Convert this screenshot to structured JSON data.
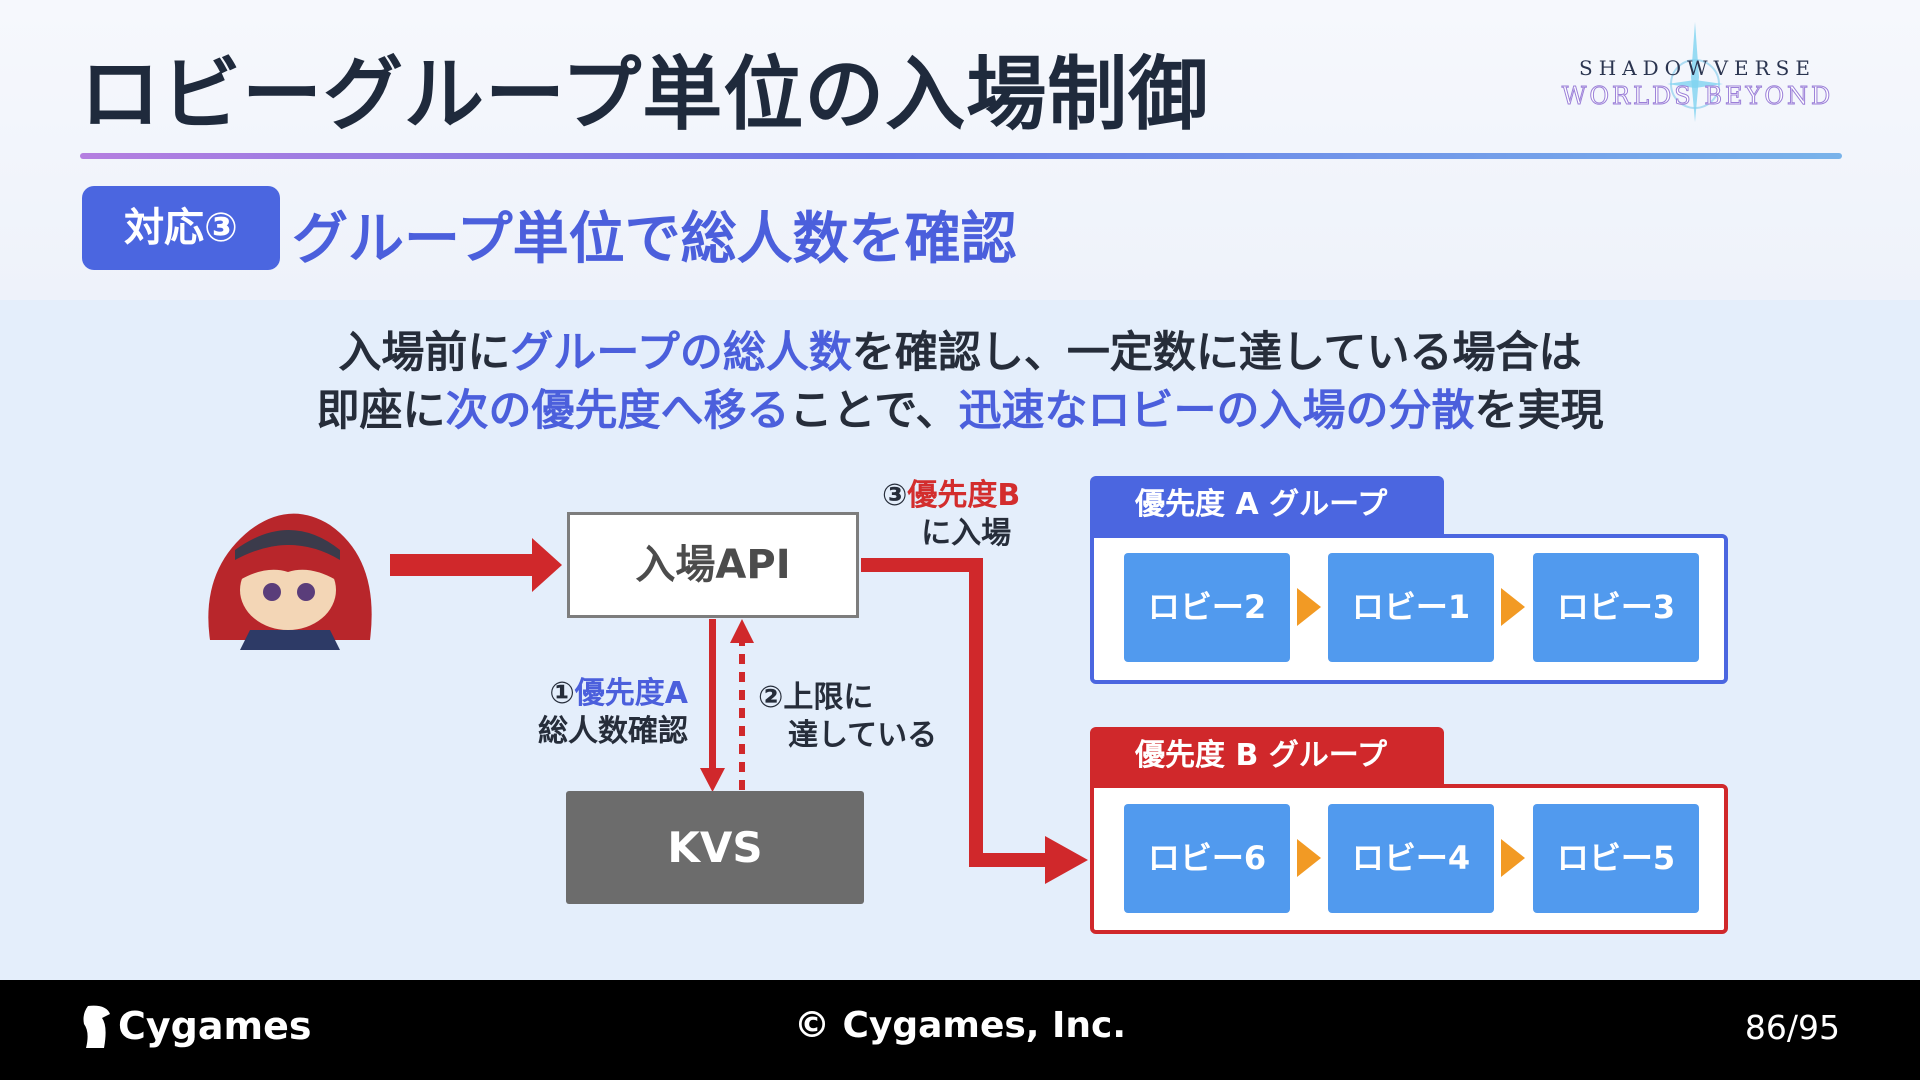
{
  "slide": {
    "title": "ロビーグループ単位の入場制御",
    "logo": {
      "line1": "SHADOWVERSE",
      "line2": "WORLDS BEYOND"
    },
    "badge": "対応③",
    "subtitle": "グループ単位で総人数を確認",
    "lead_line1": [
      {
        "text": "入場前に",
        "hl": false
      },
      {
        "text": "グループの総人数",
        "hl": true
      },
      {
        "text": "を確認し、一定数に達している場合は",
        "hl": false
      }
    ],
    "lead_line2": [
      {
        "text": "即座に",
        "hl": false
      },
      {
        "text": "次の優先度へ移る",
        "hl": true
      },
      {
        "text": "ことで、",
        "hl": false
      },
      {
        "text": "迅速なロビーの入場の分散",
        "hl": true
      },
      {
        "text": "を実現",
        "hl": false
      }
    ]
  },
  "diagram": {
    "api_box": "入場API",
    "kvs_box": "KVS",
    "step1": {
      "num": "①",
      "highlight": "優先度A",
      "text": "総人数確認"
    },
    "step2": {
      "line1": "②上限に",
      "line2": "達している"
    },
    "step3": {
      "num": "③",
      "highlight": "優先度B",
      "text": "に入場"
    },
    "group_a": {
      "label": "優先度 A グループ",
      "lobbies": [
        "ロビー2",
        "ロビー1",
        "ロビー3"
      ]
    },
    "group_b": {
      "label": "優先度 B グループ",
      "lobbies": [
        "ロビー6",
        "ロビー4",
        "ロビー5"
      ]
    }
  },
  "footer": {
    "brand": "Cygames",
    "copyright": "© Cygames, Inc.",
    "page": "86/95"
  },
  "colors": {
    "accent_blue": "#4b66e0",
    "accent_red": "#d0282b",
    "lobby_blue": "#519aee",
    "chevron_orange": "#f29a24"
  }
}
